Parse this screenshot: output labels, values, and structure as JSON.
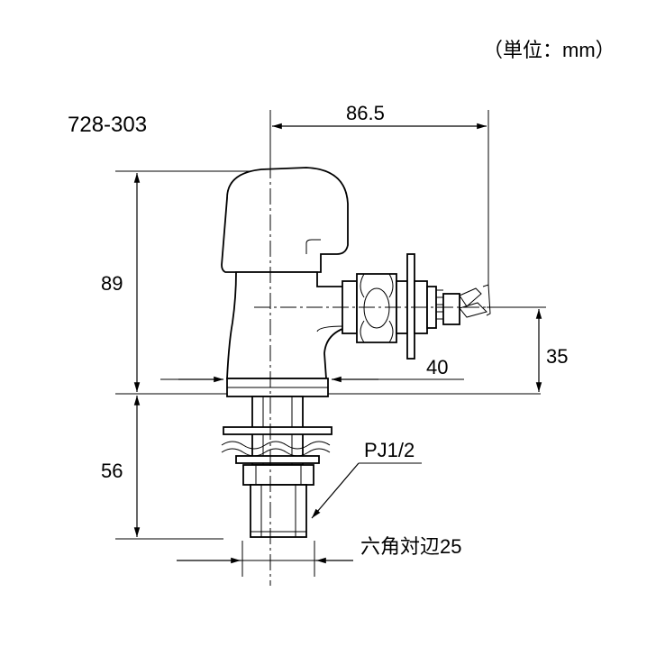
{
  "unit_label": "（単位：mm）",
  "model_number": "728-303",
  "dimensions": {
    "total_width": "86.5",
    "body_height": "89",
    "lower_length": "56",
    "outlet_height": "35",
    "outlet_reach": "40"
  },
  "annotations": {
    "thread": "PJ1/2",
    "hex": "六角対辺25"
  }
}
